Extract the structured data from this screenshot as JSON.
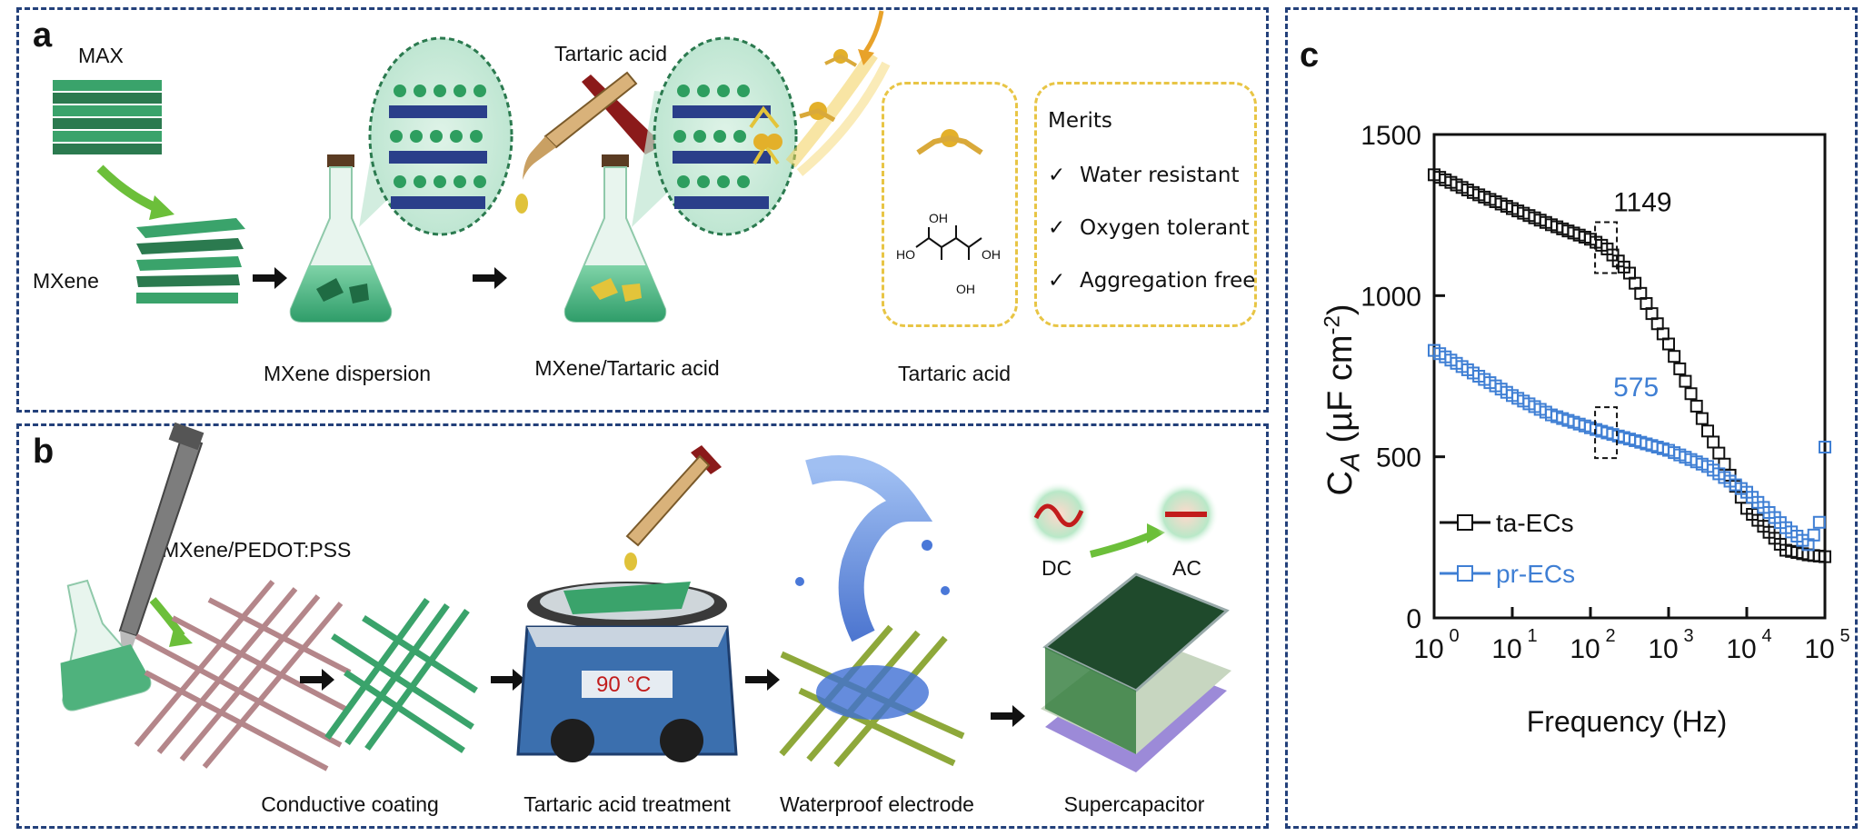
{
  "panel_a": {
    "label": "a",
    "max_label": "MAX",
    "mxene_label": "MXene",
    "tartaric_top": "Tartaric acid",
    "captions": [
      "MXene dispersion",
      "MXene/Tartaric acid",
      "Tartaric acid"
    ],
    "molecule": {
      "ho_left": "HO",
      "oh_top": "OH",
      "oh_right": "OH",
      "oh_bottom": "OH"
    },
    "merits_title": "Merits",
    "merits": [
      "Water resistant",
      "Oxygen tolerant",
      "Aggregation free"
    ],
    "check": "✓"
  },
  "panel_b": {
    "label": "b",
    "pipette_label": "MXene/PEDOT:PSS",
    "hotplate_temp": "90 °C",
    "dc_label": "DC",
    "ac_label": "AC",
    "captions": [
      "Conductive coating",
      "Tartaric acid treatment",
      "Waterproof electrode",
      "Supercapacitor"
    ]
  },
  "panel_c": {
    "label": "c",
    "chart_data": {
      "type": "scatter",
      "xlabel": "Frequency (Hz)",
      "ylabel_main": "C",
      "ylabel_sub": "A",
      "ylabel_rest": " (µF cm",
      "ylabel_sup": "-2",
      "ylabel_end": ")",
      "xscale": "log",
      "xlim": [
        1,
        100000
      ],
      "ylim": [
        0,
        1500
      ],
      "yticks": [
        0,
        500,
        1000,
        1500
      ],
      "xtick_base": "10",
      "xtick_exps": [
        "0",
        "1",
        "2",
        "3",
        "4",
        "5"
      ],
      "legend_placement": "lower-left",
      "annotations": [
        {
          "text": "1149",
          "x": 158,
          "y": 1149,
          "series": 0
        },
        {
          "text": "575",
          "x": 158,
          "y": 575,
          "series": 1
        }
      ],
      "series": [
        {
          "name": "ta-ECs",
          "color": "#111111",
          "marker": "open-square",
          "x": [
            1,
            3.16,
            10,
            31.6,
            100,
            158,
            316,
            1000,
            3162,
            10000,
            31623,
            63000,
            100000
          ],
          "values": [
            1375,
            1320,
            1270,
            1220,
            1175,
            1149,
            1070,
            850,
            580,
            340,
            210,
            195,
            190
          ]
        },
        {
          "name": "pr-ECs",
          "color": "#3f7fd4",
          "marker": "open-square",
          "x": [
            1,
            3.16,
            10,
            31.6,
            100,
            158,
            316,
            1000,
            3162,
            10000,
            31623,
            63000,
            86000,
            100000
          ],
          "values": [
            830,
            760,
            690,
            630,
            590,
            575,
            555,
            520,
            470,
            390,
            280,
            225,
            300,
            530
          ]
        }
      ]
    }
  }
}
